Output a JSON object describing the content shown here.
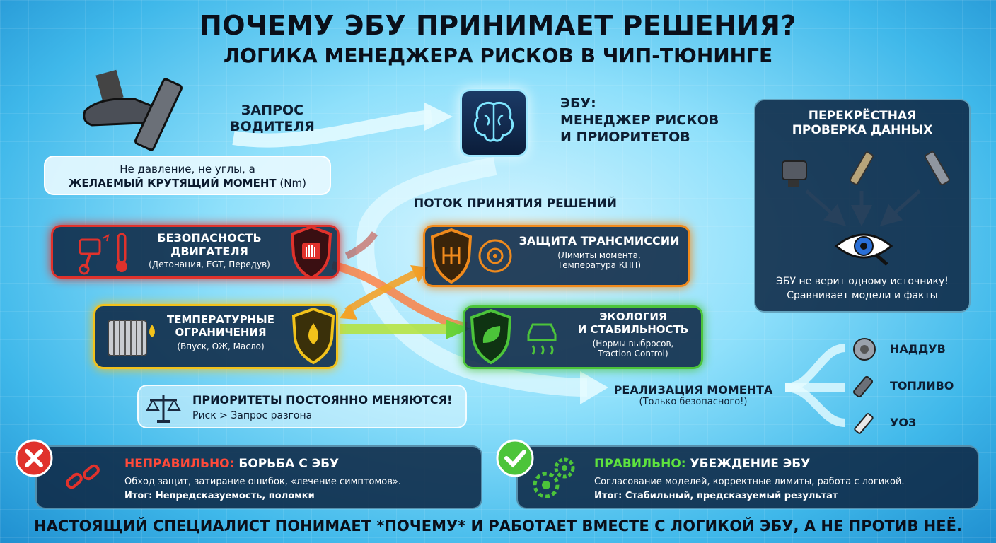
{
  "title": "ПОЧЕМУ ЭБУ ПРИНИМАЕТ РЕШЕНИЯ?",
  "subtitle": "ЛОГИКА МЕНЕДЖЕРА РИСКОВ В ЧИП-ТЮНИНГЕ",
  "driver": {
    "request_line1": "ЗАПРОС",
    "request_line2": "ВОДИТЕЛЯ",
    "note_line1": "Не давление, не углы, а",
    "note_bold": "ЖЕЛАЕМЫЙ КРУТЯЩИЙ МОМЕНТ",
    "note_unit": "(Nm)"
  },
  "ecu": {
    "line1": "ЭБУ:",
    "line2": "МЕНЕДЖЕР РИСКОВ",
    "line3": "И ПРИОРИТЕТОВ"
  },
  "flow_label": "ПОТОК ПРИНЯТИЯ РЕШЕНИЙ",
  "engine_safety": {
    "line1": "БЕЗОПАСНОСТЬ",
    "line2": "ДВИГАТЕЛЯ",
    "detail": "(Детонация, EGT, Передув)",
    "color": "#e0322c"
  },
  "transmission": {
    "title": "ЗАЩИТА ТРАНСМИССИИ",
    "detail1": "(Лимиты момента,",
    "detail2": "Температура КПП)",
    "color": "#f08a1c"
  },
  "temperature": {
    "line1": "ТЕМПЕРАТУРНЫЕ",
    "line2": "ОГРАНИЧЕНИЯ",
    "detail": "(Впуск, ОЖ, Масло)",
    "color": "#f2c21b"
  },
  "ecology": {
    "line1": "ЭКОЛОГИЯ",
    "line2": "И СТАБИЛЬНОСТЬ",
    "detail1": "(Нормы выбросов,",
    "detail2": "Traction Control)",
    "color": "#4cc43a"
  },
  "priorities": {
    "title": "ПРИОРИТЕТЫ ПОСТОЯННО МЕНЯЮТСЯ!",
    "detail": "Риск > Запрос разгона"
  },
  "cross_check": {
    "line1": "ПЕРЕКРЁСТНАЯ",
    "line2": "ПРОВЕРКА ДАННЫХ",
    "note1": "ЭБУ не верит одному источнику!",
    "note2": "Сравнивает модели и факты"
  },
  "torque": {
    "title": "РЕАЛИЗАЦИЯ МОМЕНТА",
    "detail": "(Только безопасного!)"
  },
  "outputs": [
    "НАДДУВ",
    "ТОПЛИВО",
    "УОЗ"
  ],
  "wrong": {
    "label": "НЕПРАВИЛЬНО:",
    "title": "БОРЬБА С ЭБУ",
    "detail": "Обход защит, затирание ошибок, «лечение симптомов».",
    "result": "Итог: Непредсказуемость, поломки",
    "color": "#e0322c"
  },
  "right": {
    "label": "ПРАВИЛЬНО:",
    "title": "УБЕЖДЕНИЕ ЭБУ",
    "detail": "Согласование моделей, корректные лимиты, работа с логикой.",
    "result": "Итог: Стабильный, предсказуемый результат",
    "color": "#4cc43a"
  },
  "footer": "НАСТОЯЩИЙ СПЕЦИАЛИСТ ПОНИМАЕТ *ПОЧЕМУ* И РАБОТАЕТ ВМЕСТЕ С ЛОГИКОЙ ЭБУ, А НЕ ПРОТИВ НЕЁ."
}
